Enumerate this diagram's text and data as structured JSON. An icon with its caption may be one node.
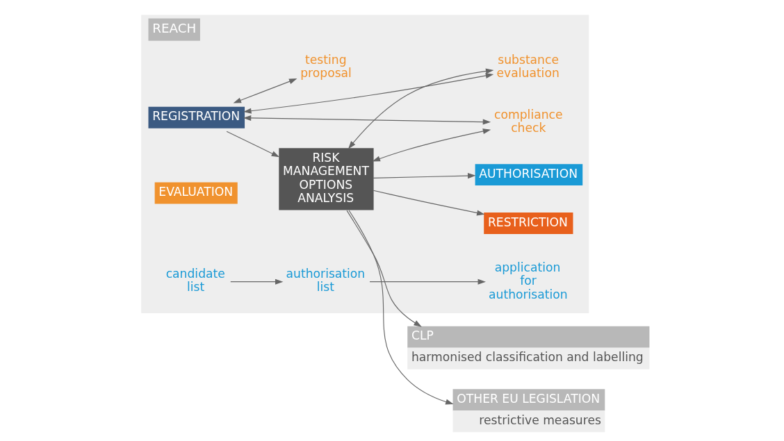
{
  "diagram": {
    "nodes": [
      {
        "text": [
          "REACH"
        ]
      },
      {
        "text": [
          "REGISTRATION"
        ],
        "in": 0
      },
      {
        "text": [
          "EVALUATION"
        ],
        "in": 0
      },
      {
        "text": [
          "testing proposal"
        ],
        "in": 0
      },
      {
        "text": [
          "compliance check"
        ],
        "in": 0
      },
      {
        "text": [
          "substance evaluation"
        ],
        "in": 0
      },
      {
        "text": [
          "AUTHORISATION"
        ],
        "in": 0
      },
      {
        "text": [
          "candidate list"
        ],
        "in": 0
      },
      {
        "text": [
          "authorisation list"
        ],
        "in": 0
      },
      {
        "text": [
          "application for authorisation"
        ],
        "in": 0
      },
      {
        "text": [
          "RESTRICTION"
        ],
        "in": 0
      },
      {
        "text": [
          "RISK MANAGEMENT OPTIONS ANALYSIS"
        ],
        "in": 0
      },
      {
        "text": [
          "OTHER EU LEGISLATION",
          "restrictive measures"
        ]
      },
      {
        "text": [
          "CLP",
          "harmonised classification and labelling"
        ]
      }
    ],
    "edges": [
      {
        "from": 1,
        "to": 11,
        "arrow": "to"
      },
      {
        "from": 1,
        "to": 3,
        "arrow": "both"
      },
      {
        "from": 1,
        "to": 4,
        "arrow": "both"
      },
      {
        "from": 1,
        "to": 5,
        "arrow": "both"
      },
      {
        "from": 11,
        "to": 4,
        "arrow": "both"
      },
      {
        "from": 11,
        "to": 5,
        "arrow": "both"
      },
      {
        "from": 11,
        "to": 6,
        "arrow": "to"
      },
      {
        "from": 7,
        "to": 8,
        "arrow": "to"
      },
      {
        "from": 8,
        "to": 9,
        "arrow": "to"
      },
      {
        "from": 11,
        "to": 10,
        "arrow": "to"
      },
      {
        "from": 11,
        "to": 12,
        "arrow": "to"
      },
      {
        "from": 11,
        "to": 13,
        "arrow": "to"
      }
    ]
  }
}
